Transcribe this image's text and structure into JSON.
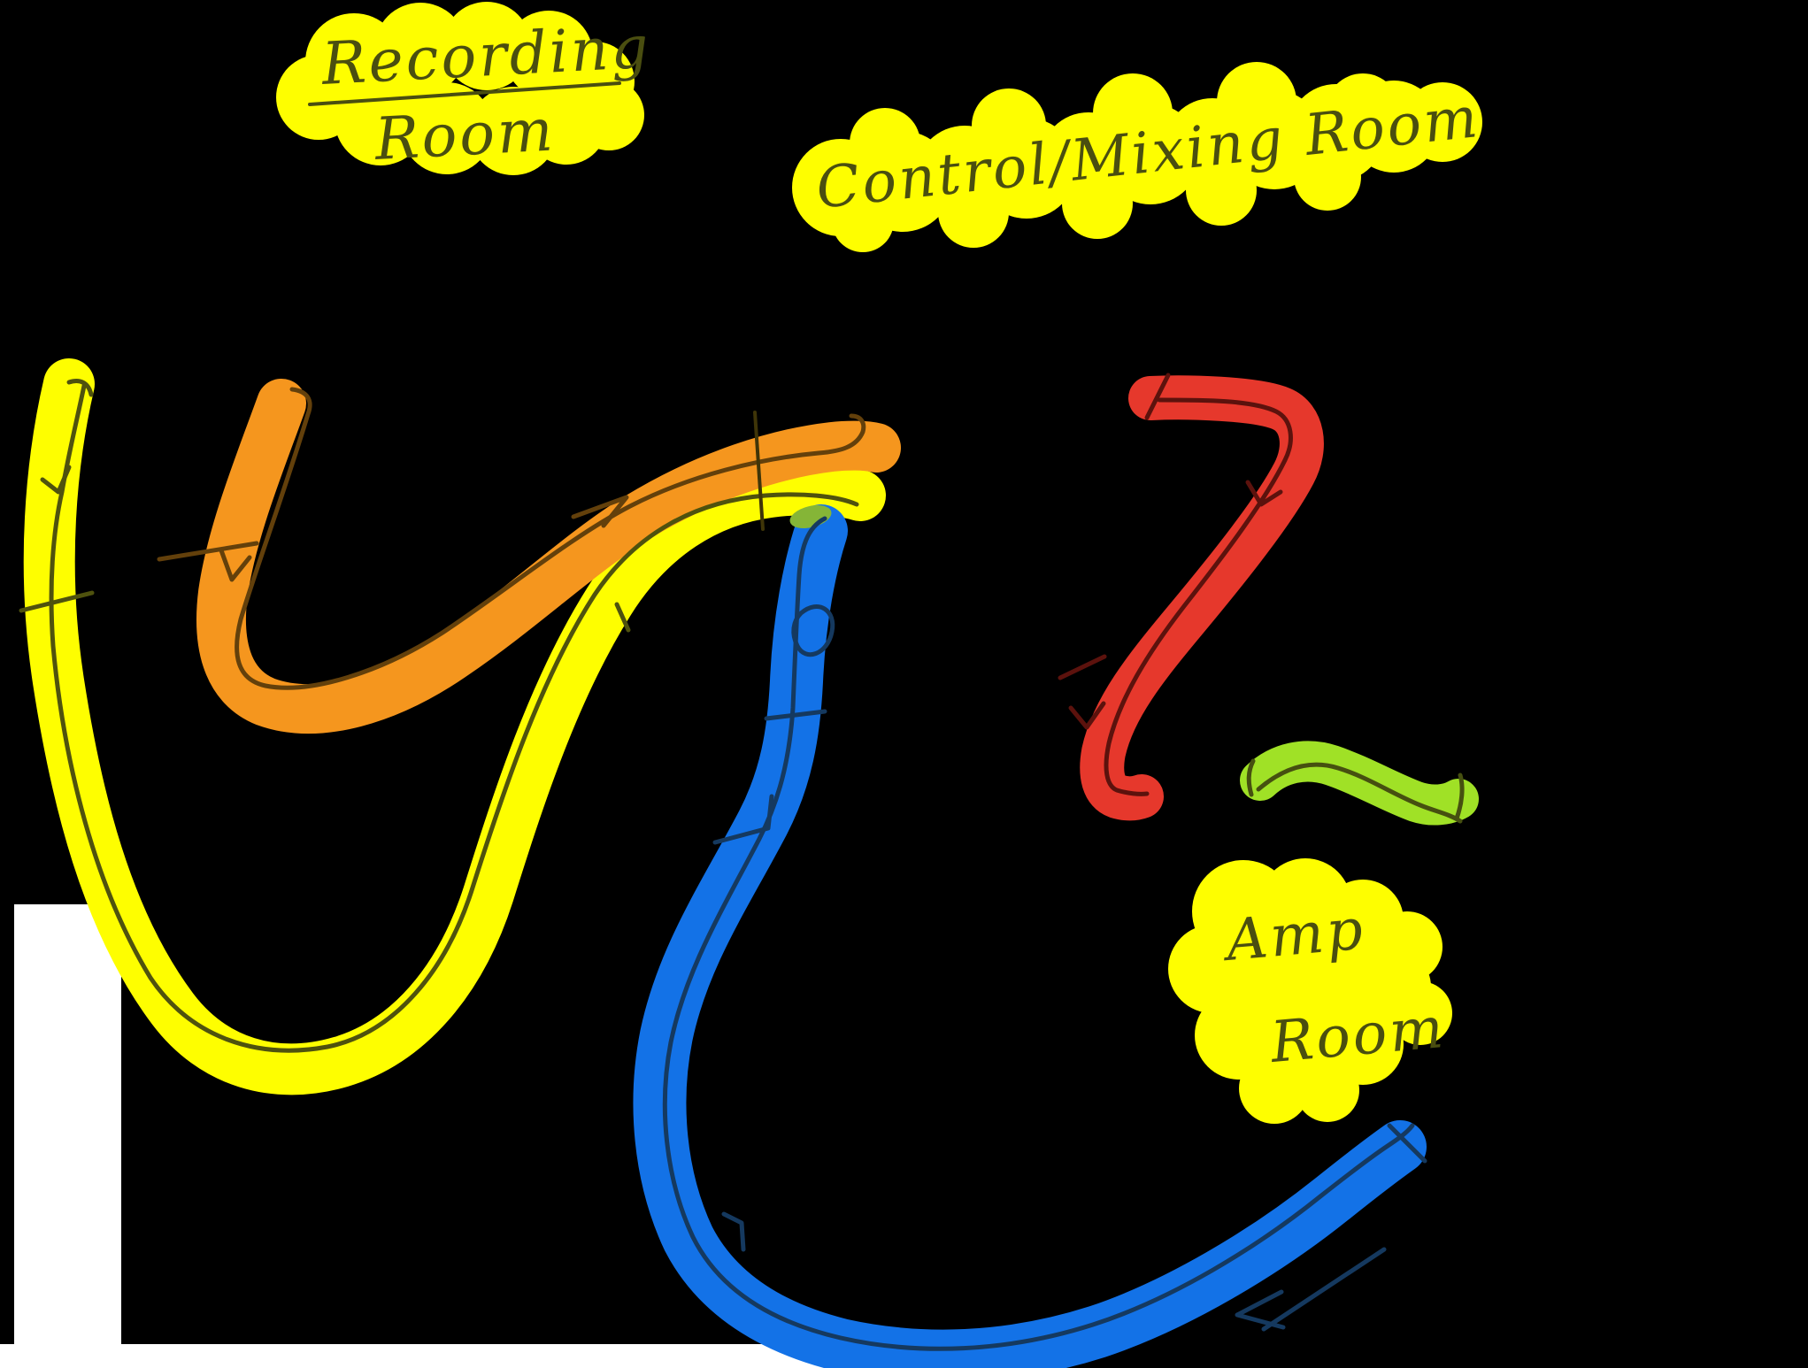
{
  "title": "Recording studio cable flow sketch",
  "canvas": {
    "background_color": "#000000",
    "unpainted_corner_color": "#FFFFFF"
  },
  "labels": {
    "recording_room": {
      "line1": "Recording",
      "line2": "Room",
      "highlight_color": "#FEFE00",
      "ink_color": "#4A4E10"
    },
    "control_mixing_room": {
      "text": "Control/Mixing Room",
      "highlight_color": "#FEFE00",
      "ink_color": "#4A4E10"
    },
    "amp_room": {
      "line1": "Amp",
      "line2": "Room",
      "highlight_color": "#FEFE00",
      "ink_color": "#4A4E10"
    }
  },
  "cables": {
    "yellow": {
      "name": "yellow-cable",
      "color": "#FEFE00",
      "ink_color": "#4F520E"
    },
    "orange": {
      "name": "orange-cable",
      "color": "#F5961E",
      "ink_color": "#63400B"
    },
    "blue": {
      "name": "blue-cable",
      "color": "#1372E7",
      "ink_color": "#15395F"
    },
    "red": {
      "name": "red-cable",
      "color": "#E6382C",
      "ink_color": "#5C120D"
    },
    "green": {
      "name": "green-cable",
      "color": "#A0E126",
      "ink_color": "#465010"
    },
    "overlap_blend_color": "#85B537",
    "shared_tick_color": "#3F3508"
  },
  "icons": {
    "arrowhead": "direction-arrowhead",
    "tick": "crossing-tick"
  }
}
